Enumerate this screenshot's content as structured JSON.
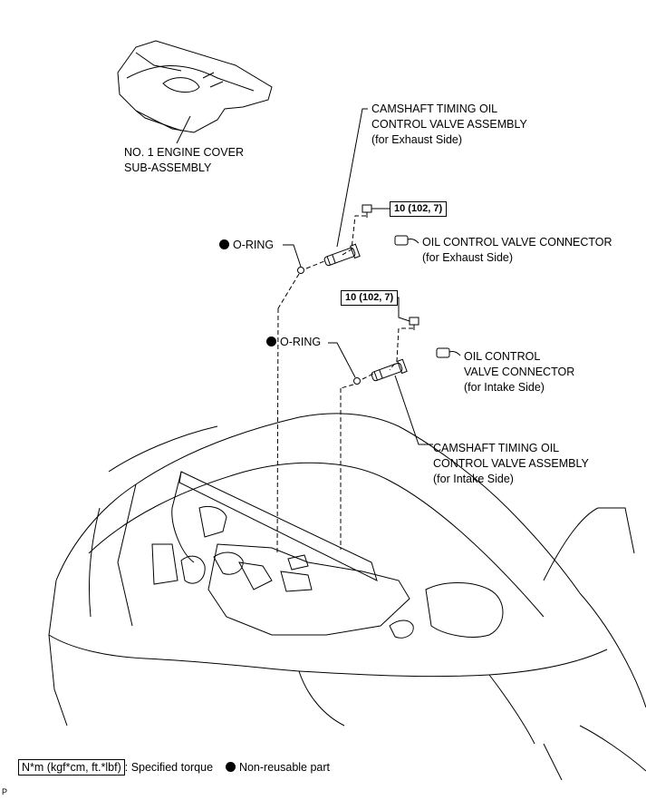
{
  "labels": {
    "engine_cover": [
      "NO. 1 ENGINE COVER",
      "SUB-ASSEMBLY"
    ],
    "camshaft_valve_exhaust": [
      "CAMSHAFT TIMING OIL",
      "CONTROL VALVE ASSEMBLY",
      "(for Exhaust Side)"
    ],
    "camshaft_valve_intake": [
      "CAMSHAFT TIMING OIL",
      "CONTROL VALVE ASSEMBLY",
      "(for Intake Side)"
    ],
    "connector_exhaust": [
      "OIL CONTROL VALVE CONNECTOR",
      "(for Exhaust Side)"
    ],
    "connector_intake": [
      "OIL CONTROL",
      "VALVE CONNECTOR",
      "(for Intake Side)"
    ],
    "oring_upper": "O-RING",
    "oring_lower": "O-RING",
    "torque_upper": "10 (102, 7)",
    "torque_lower": "10 (102, 7)"
  },
  "legend": {
    "torque_units": "N*m (kgf*cm, ft.*lbf)",
    "torque_text": ": Specified torque",
    "nonreusable_text": "Non-reusable part"
  },
  "figure_code": "P"
}
